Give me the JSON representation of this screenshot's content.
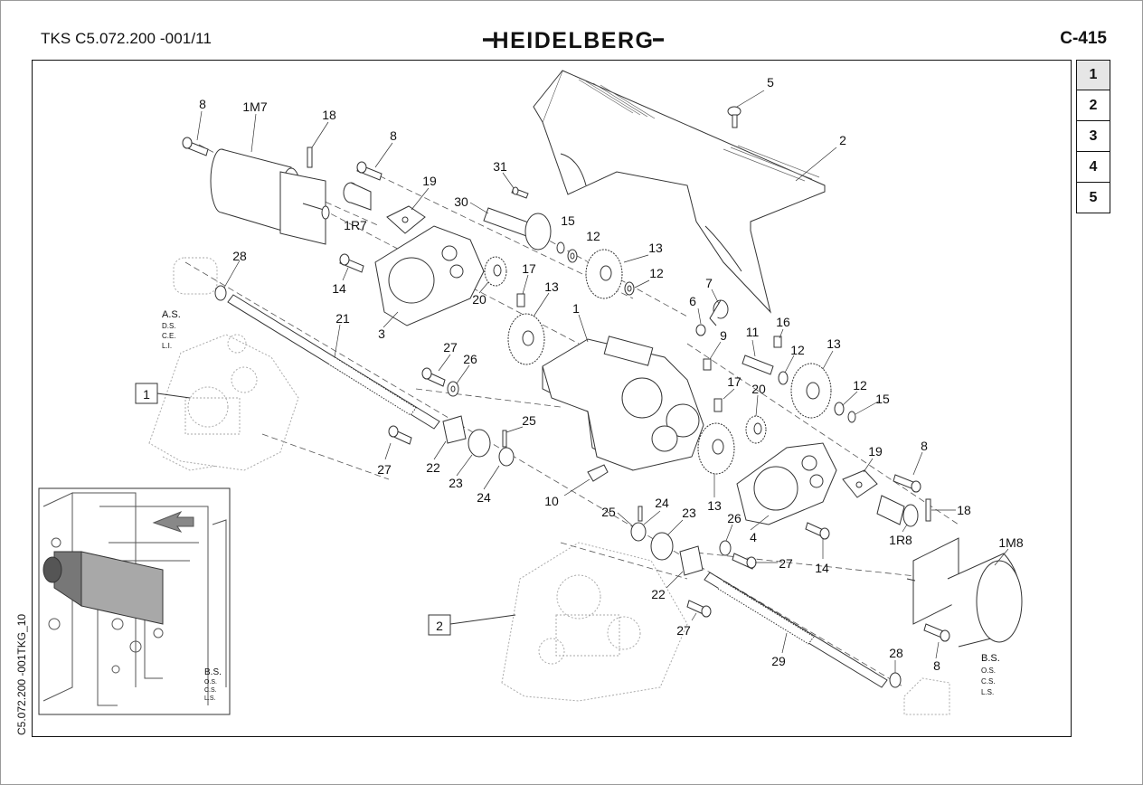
{
  "header": {
    "doc_code": "TKS C5.072.200 -001/11",
    "brand": "HEIDELBERG",
    "page": "C-415"
  },
  "tabs": [
    "1",
    "2",
    "3",
    "4",
    "5"
  ],
  "side_code": "C5.072.200 -001TKG_10",
  "diagram": {
    "side_left": [
      "A.S.",
      "D.S.",
      "C.E.",
      "L.I."
    ],
    "side_right": [
      "B.S.",
      "O.S.",
      "C.S.",
      "L.S."
    ],
    "inset_side": [
      "B.S.",
      "O.S.",
      "C.S.",
      "L.S."
    ],
    "assembly_left": "1",
    "assembly_right": "2",
    "callouts": {
      "p8a": "8",
      "p1m7": "1M7",
      "p18a": "18",
      "p8b": "8",
      "p19a": "19",
      "p1r7": "1R7",
      "p31": "31",
      "p30": "30",
      "p15a": "15",
      "p12a": "12",
      "p13a": "13",
      "p12b": "12",
      "p5": "5",
      "p2": "2",
      "p28a": "28",
      "p14a": "14",
      "p3": "3",
      "p20a": "20",
      "p17a": "17",
      "p13b": "13",
      "p1": "1",
      "p6": "6",
      "p7": "7",
      "p21": "21",
      "p27a": "27",
      "p26a": "26",
      "p9": "9",
      "p11": "11",
      "p16": "16",
      "p12c": "12",
      "p13c": "13",
      "p12d": "12",
      "p15b": "15",
      "p17b": "17",
      "p20b": "20",
      "p25a": "25",
      "p27b": "27",
      "p22a": "22",
      "p23a": "23",
      "p24a": "24",
      "p10": "10",
      "p13d": "13",
      "p19b": "19",
      "p8c": "8",
      "p18b": "18",
      "p1r8": "1R8",
      "p1m8": "1M8",
      "p25b": "25",
      "p24b": "24",
      "p23b": "23",
      "p26b": "26",
      "p4": "4",
      "p27c": "27",
      "p14b": "14",
      "p22b": "22",
      "p27d": "27",
      "p29": "29",
      "p28b": "28",
      "p8d": "8"
    }
  }
}
